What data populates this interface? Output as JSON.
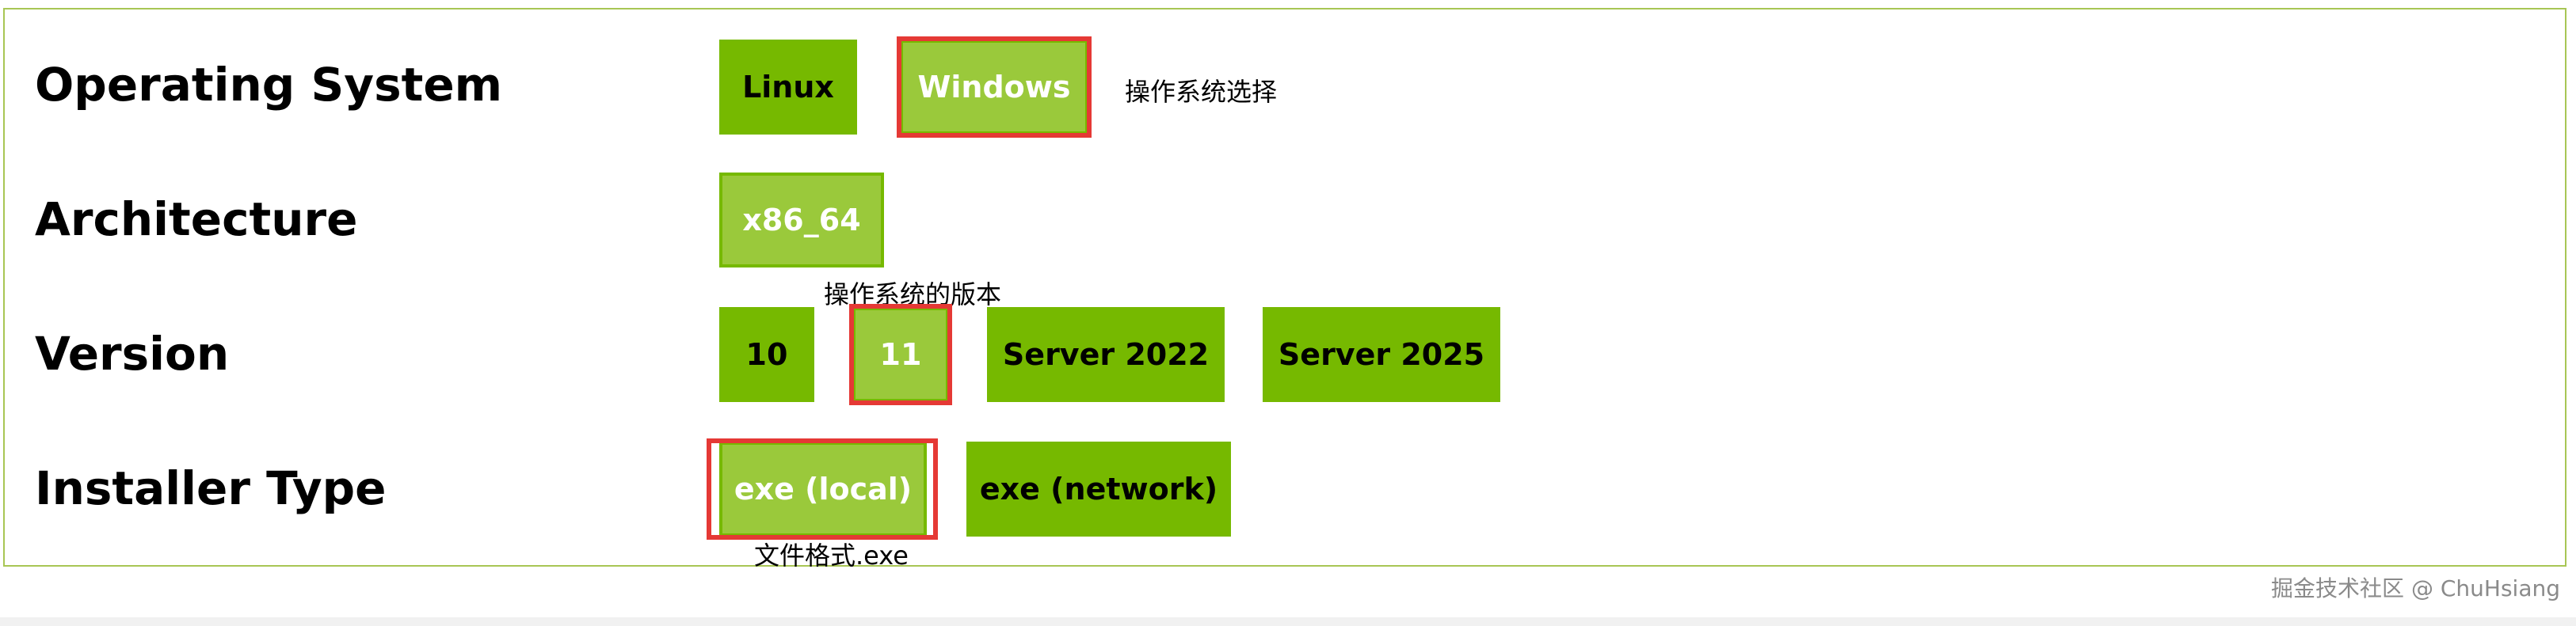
{
  "rows": {
    "operating_system": {
      "label": "Operating System",
      "options": [
        "Linux",
        "Windows"
      ],
      "selected": "Windows"
    },
    "architecture": {
      "label": "Architecture",
      "options": [
        "x86_64"
      ],
      "selected": "x86_64"
    },
    "version": {
      "label": "Version",
      "options": [
        "10",
        "11",
        "Server 2022",
        "Server 2025"
      ],
      "selected": "11"
    },
    "installer_type": {
      "label": "Installer Type",
      "options": [
        "exe (local)",
        "exe (network)"
      ],
      "selected": "exe (local)"
    }
  },
  "annotations": {
    "os_note": "操作系统选择",
    "version_note": "操作系统的版本",
    "installer_note": "文件格式.exe"
  },
  "watermark": "掘金技术社区 @ ChuHsiang",
  "colors": {
    "unselected_button": "#76b900",
    "selected_button": "#9ac93b",
    "highlight_box": "#e53935",
    "panel_border": "#a8c654"
  }
}
